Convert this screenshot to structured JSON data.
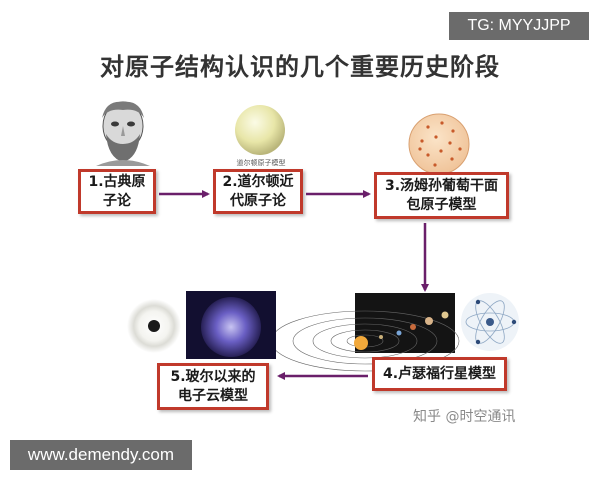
{
  "tag": "TG: MYYJJPP",
  "title": "对原子结构认识的几个重要历史阶段",
  "stages": [
    {
      "label_line1": "1.古典原",
      "label_line2": "子论"
    },
    {
      "label_line1": "2.道尔顿近",
      "label_line2": "代原子论"
    },
    {
      "label_line1": "3.汤姆孙葡萄干面",
      "label_line2": "包原子模型"
    },
    {
      "label_line1": "4.卢瑟福行星模型",
      "label_line2": ""
    },
    {
      "label_line1": "5.玻尔以来的",
      "label_line2": "电子云模型"
    }
  ],
  "dalton_caption": "道尔顿原子模型",
  "watermark": "知乎 @时空通讯",
  "site": "www.demendy.com",
  "colors": {
    "box_border": "#c0392b",
    "arrow": "#6a1f6a"
  }
}
